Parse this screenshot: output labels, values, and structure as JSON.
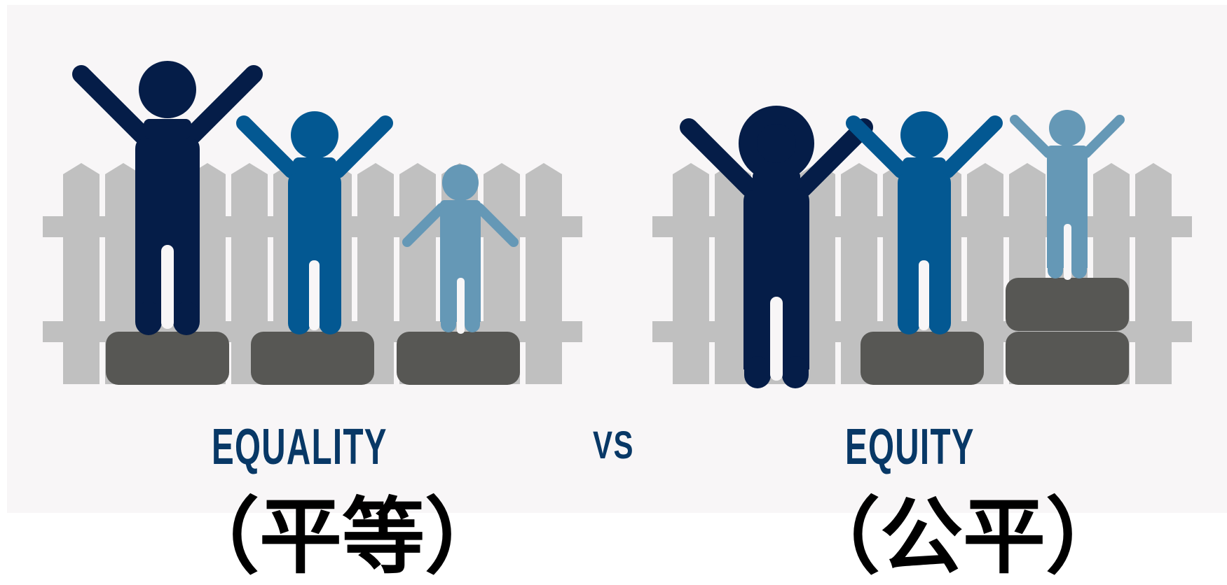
{
  "labels": {
    "equality": "EQUALITY",
    "vs": "VS",
    "equity": "EQUITY",
    "equality_cn": "（平等）",
    "equity_cn": "（公平）"
  },
  "colors": {
    "background": "#f8f6f7",
    "fence": "#c0c0c0",
    "box": "#575754",
    "person_tall": "#051d48",
    "person_medium": "#035892",
    "person_short": "#6598b6",
    "label_text": "#083866"
  },
  "scenes": [
    {
      "name": "equality",
      "boxes_per_person": [
        1,
        1,
        1
      ]
    },
    {
      "name": "equity",
      "boxes_per_person": [
        0,
        1,
        2
      ]
    }
  ]
}
